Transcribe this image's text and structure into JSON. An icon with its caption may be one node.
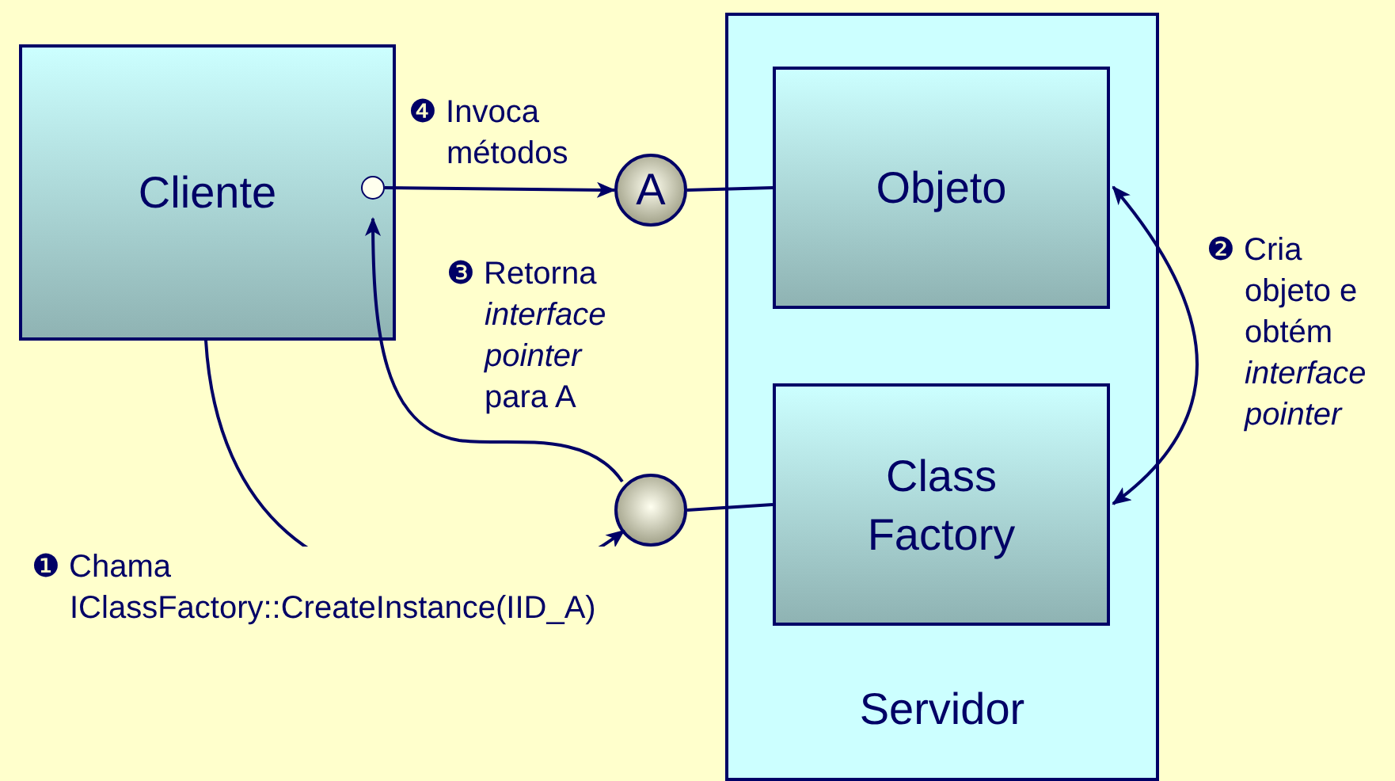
{
  "diagram": {
    "nodes": [
      {
        "text": [
          "Cliente"
        ]
      },
      {
        "text": [],
        "shape": "circle",
        "in": 0
      },
      {
        "text": [
          "Servidor"
        ]
      },
      {
        "text": [
          "Objeto"
        ],
        "in": 2
      },
      {
        "text": [
          "Class Factory"
        ],
        "in": 2
      },
      {
        "text": [
          "A"
        ]
      },
      {
        "text": [],
        "shape": "circle"
      }
    ],
    "edges": [
      {
        "from": 1,
        "to": 5,
        "arrow": "to",
        "label": "❹ Invoca métodos"
      },
      {
        "from": 5,
        "to": 3,
        "arrow": "none"
      },
      {
        "from": 6,
        "to": 4,
        "arrow": "none"
      },
      {
        "from": 0,
        "to": 6,
        "arrow": "to",
        "label": "❶ Chama IClassFactory::CreateInstance(IID_A)"
      },
      {
        "from": 6,
        "to": 1,
        "arrow": "to",
        "label": "❸ Retorna *interface pointer* para A"
      },
      {
        "from": 3,
        "to": 4,
        "arrow": "both",
        "label": "❷ Cria objeto e obtém *interface pointer*"
      }
    ]
  }
}
